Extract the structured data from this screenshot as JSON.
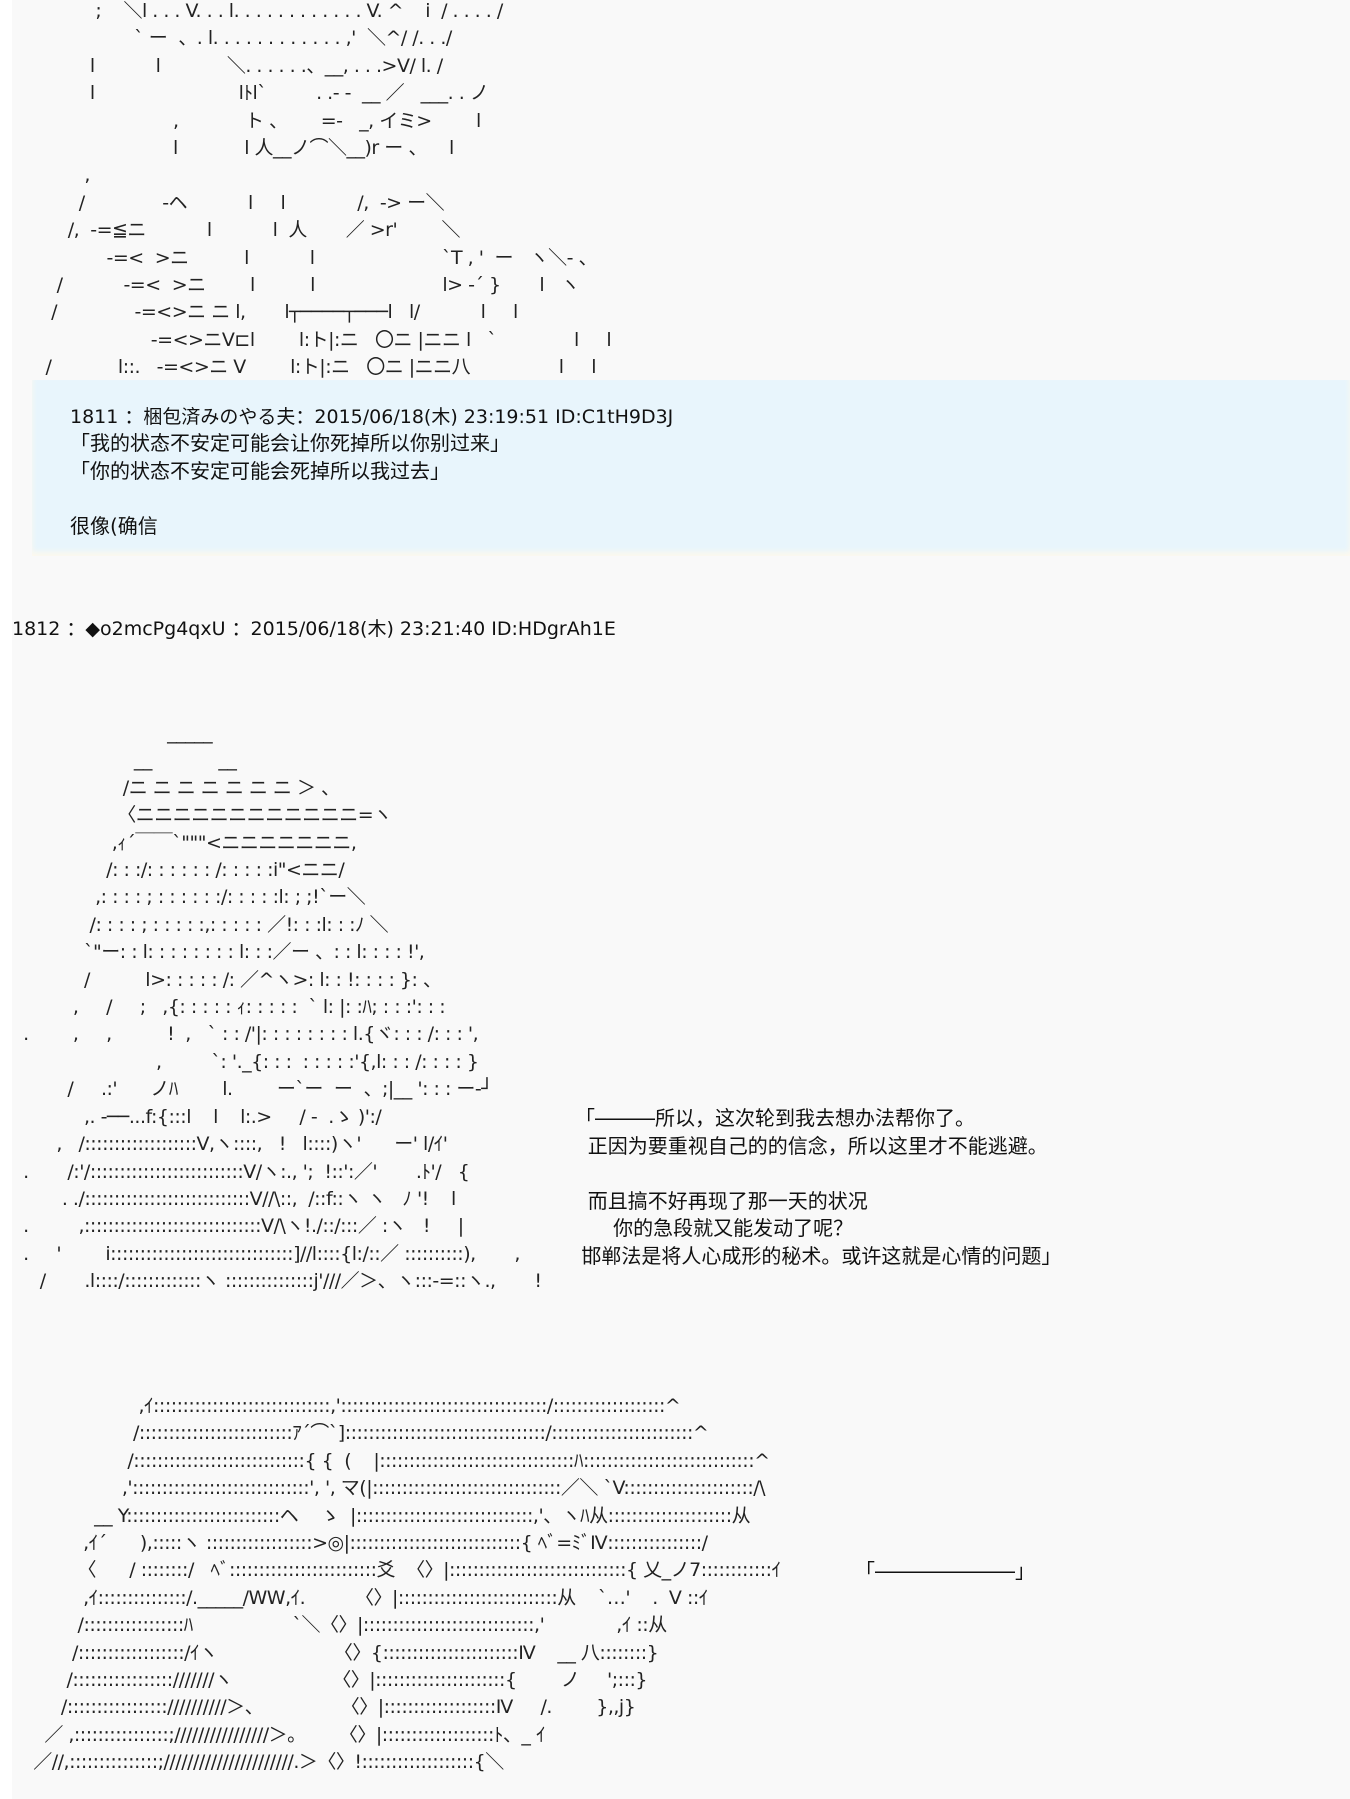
{
  "top_art": {
    "lines": [
      "          ;    ＼l . . . V. . . l. . . . . . . . . . . . V. ^    i  / . . . . /",
      "                 ` ー  、. l. . . . . . . . . . . . ,'  ＼^/ /. . ./",
      "         l           l            ＼. . . . . .、__, . . .>V/ l. /",
      "         l                          lﾄl`         . .- -  __ ／   ___. . ノ",
      "                        ,            ト 、      =-   _, イミ>        l",
      "                        l            l 人__ノ⌒＼__)r ー 、    l",
      "        ,                                                                    ",
      "       /              -ヘ           l     l             /,  -> ー＼",
      "     /,  -=≦ニ           l           l  人       ／ >r'        ＼",
      "            -=<  >ニ          l           l                       `T , '  ー   ヽ＼- 、",
      "   /           -=<  >ニ        l          l                       l> -´ }       l   ヽ",
      "  /              -=<>ニ ニ l,       l┬────┬───l   l/           l     l",
      "                    -=<>ニV⊏l        l:ト|:ニ   〇ニ |ニニ l   `              l     l",
      " /            l::.   -=<>ニ V        l:ト|:ニ   〇ニ |ニニ八                l     l"
    ]
  },
  "posts": [
    {
      "number": "1811",
      "header": "1811 ：梱包済みのやる夫：2015/06/18(木) 23:19:51 ID:C1tH9D3J",
      "name": "梱包済みのやる夫",
      "date": "2015/06/18(木) 23:19:51",
      "id": "ID:C1tH9D3J",
      "body_lines": [
        "「我的状态不安定可能会让你死掉所以你别过来」",
        "「你的状态不安定可能会死掉所以我过去」",
        "",
        "很像(确信"
      ]
    },
    {
      "number": "1812",
      "header": "1812 ：◆o2mcPg4qxU ：2015/06/18(木) 23:21:40 ID:HDgrAh1E",
      "name": "◆o2mcPg4qxU",
      "date": "2015/06/18(木) 23:21:40",
      "id": "ID:HDgrAh1E",
      "art1_lines": [
        "                            _____",
        "                      __            __",
        "                    /ニ ニ ニ ニ ニ ニ ニ ＞ 、",
        "                   〈ニニニニニニニニニニニニ=ヽ",
        "                  ,ｨ´￣￣`\"\"\"<ニニニニニニニ,",
        "                 /: : :/: : : : : : /: : : : :i\"<ニニ/",
        "               ,: : : : ; : : : : : :/: : : : :l: ; ;!`ー＼",
        "              /: : : : ; : : : : :,: : : : : ／!: : :l: : :ﾉ ＼",
        "             `\"ー: : l: : : : : : : : l: : :／ー 、: : l: : : : !',",
        "             /          l>: : : : : /: ／^ヽ>: l: : !: : : : }: 、",
        "           ,     /     ;   ,{: : : : : ｨ: : : : :  ` l: |: :ﾊ; : : :': : :",
        "  .        ,     ,          !  ,   ` : : /'|: : : : : : : : l.{ヾ: : : /: : : ',",
        "                          ,         `: '._{: : :  : : : : :'{,l: : : /: : : : }",
        "          /     .:'      ノﾊ        l.        ー`ー  ー  、;|__ ': : : ー-┘",
        "             ,. -──...f:{:::l    l    l:.>     / -  .ゝ )':/",
        "        ,   /:::::::::::::::::::V,ヽ::::,   !   l::::)ヽ'      ー' l/ｲ'",
        "  .       /:'/::::::::::::::::::::::::::V/ヽ:., ';  !::':／'       .ﾄ'/   {",
        "         . ./::::::::::::::::::::::::::::V//\\::,  /::f::ヽ ヽ   ﾉ '!    l",
        "  .         ,::::::::::::::::::::::::::::::V/\\ヽ!./::/:::／ :ヽ   !     |",
        "  .     '        i:::::::::::::::::::::::::::::::]//l::::{l:/::／ ::::::::::),       ,",
        "     /       .l::::/:::::::::::::ヽ :::::::::::::::j'///／＞、ヽ:::-=::ヽ.,       !"
      ],
      "dialogue_lines": [
        "「―――所以，这次轮到我去想办法帮你了。",
        "  正因为要重视自己的的信念，所以这里才不能逃避。",
        "",
        "  而且搞不好再现了那一天的状况",
        "      你的急段就又能发动了呢？",
        " 邯郸法是将人心成形的秘术。或许这就是心情的问题」"
      ],
      "art2_lines": [
        "                         ,ｲ::::::::::::::::::::::::::::::,':::::::::::::::::::::::::::::::::::/:::::::::::::::::::^",
        "                        /::::::::::::::::::::::::::ｱ´⌒`]::::::::::::::::::::::::::::::::::/::::::::::::::::::::::::^",
        "                       /:::::::::::::::::::::::::::::{ {  (    |:::::::::::::::::::::::::::::::::ﾊ:::::::::::::::::::::::::::::^",
        "                      ,'::::::::::::::::::::::::::::::', ', マ(|::::::::::::::::::::::::::::::::／＼ `V::::::::::::::::::::::/\\",
        "                 __ Y::::::::::::::::::::::::::ヘ    ゝ  |::::::::::::::::::::::::::::::,'、ヽﾊ从:::::::::::::::::::::从",
        "               ,ｲ´      ),:::::ヽ ::::::::::::::::::>◎|:::::::::::::::::::::::::::::{ ﾍﾞ=ﾐﾞⅣ::::::::::::::::/",
        "              〈      / ::::::::/   ﾍﾞ:::::::::::::::::::::::::爻  〈〉|::::::::::::::::::::::::::::::{ 乂_ノ7::::::::::::ｲ",
        "               ,ｲ:::::::::::::::/._____/WW,ｲ.         〈〉|:::::::::::::::::::::::::::从    `…'    .  V ::ｲ",
        "              /:::::::::::::::::ﾊ                  `＼〈〉|:::::::::::::::::::::::::::::,'             ,ｲ ::从",
        "             /::::::::::::::::::/ｲヽ                     〈〉{:::::::::::::::::::::::Ⅳ    __ 八::::::::}",
        "            /:::::::::::::::::///////ヽ                  〈〉|::::::::::::::::::::::{        ノ     ';:::}",
        "           /::::::::::::::::://////////＞、              〈〉|:::::::::::::::::::Ⅳ     /.        },,j}",
        "        ／ ,::::::::::::::::;////////////////＞。      〈〉|:::::::::::::::::::ﾄ、_ ｲ",
        "      ／//,:::::::::::::::;//////////////////////.＞〈〉!:::::::::::::::::::{＼"
      ],
      "closing_bracket": "「―――――――」"
    }
  ]
}
